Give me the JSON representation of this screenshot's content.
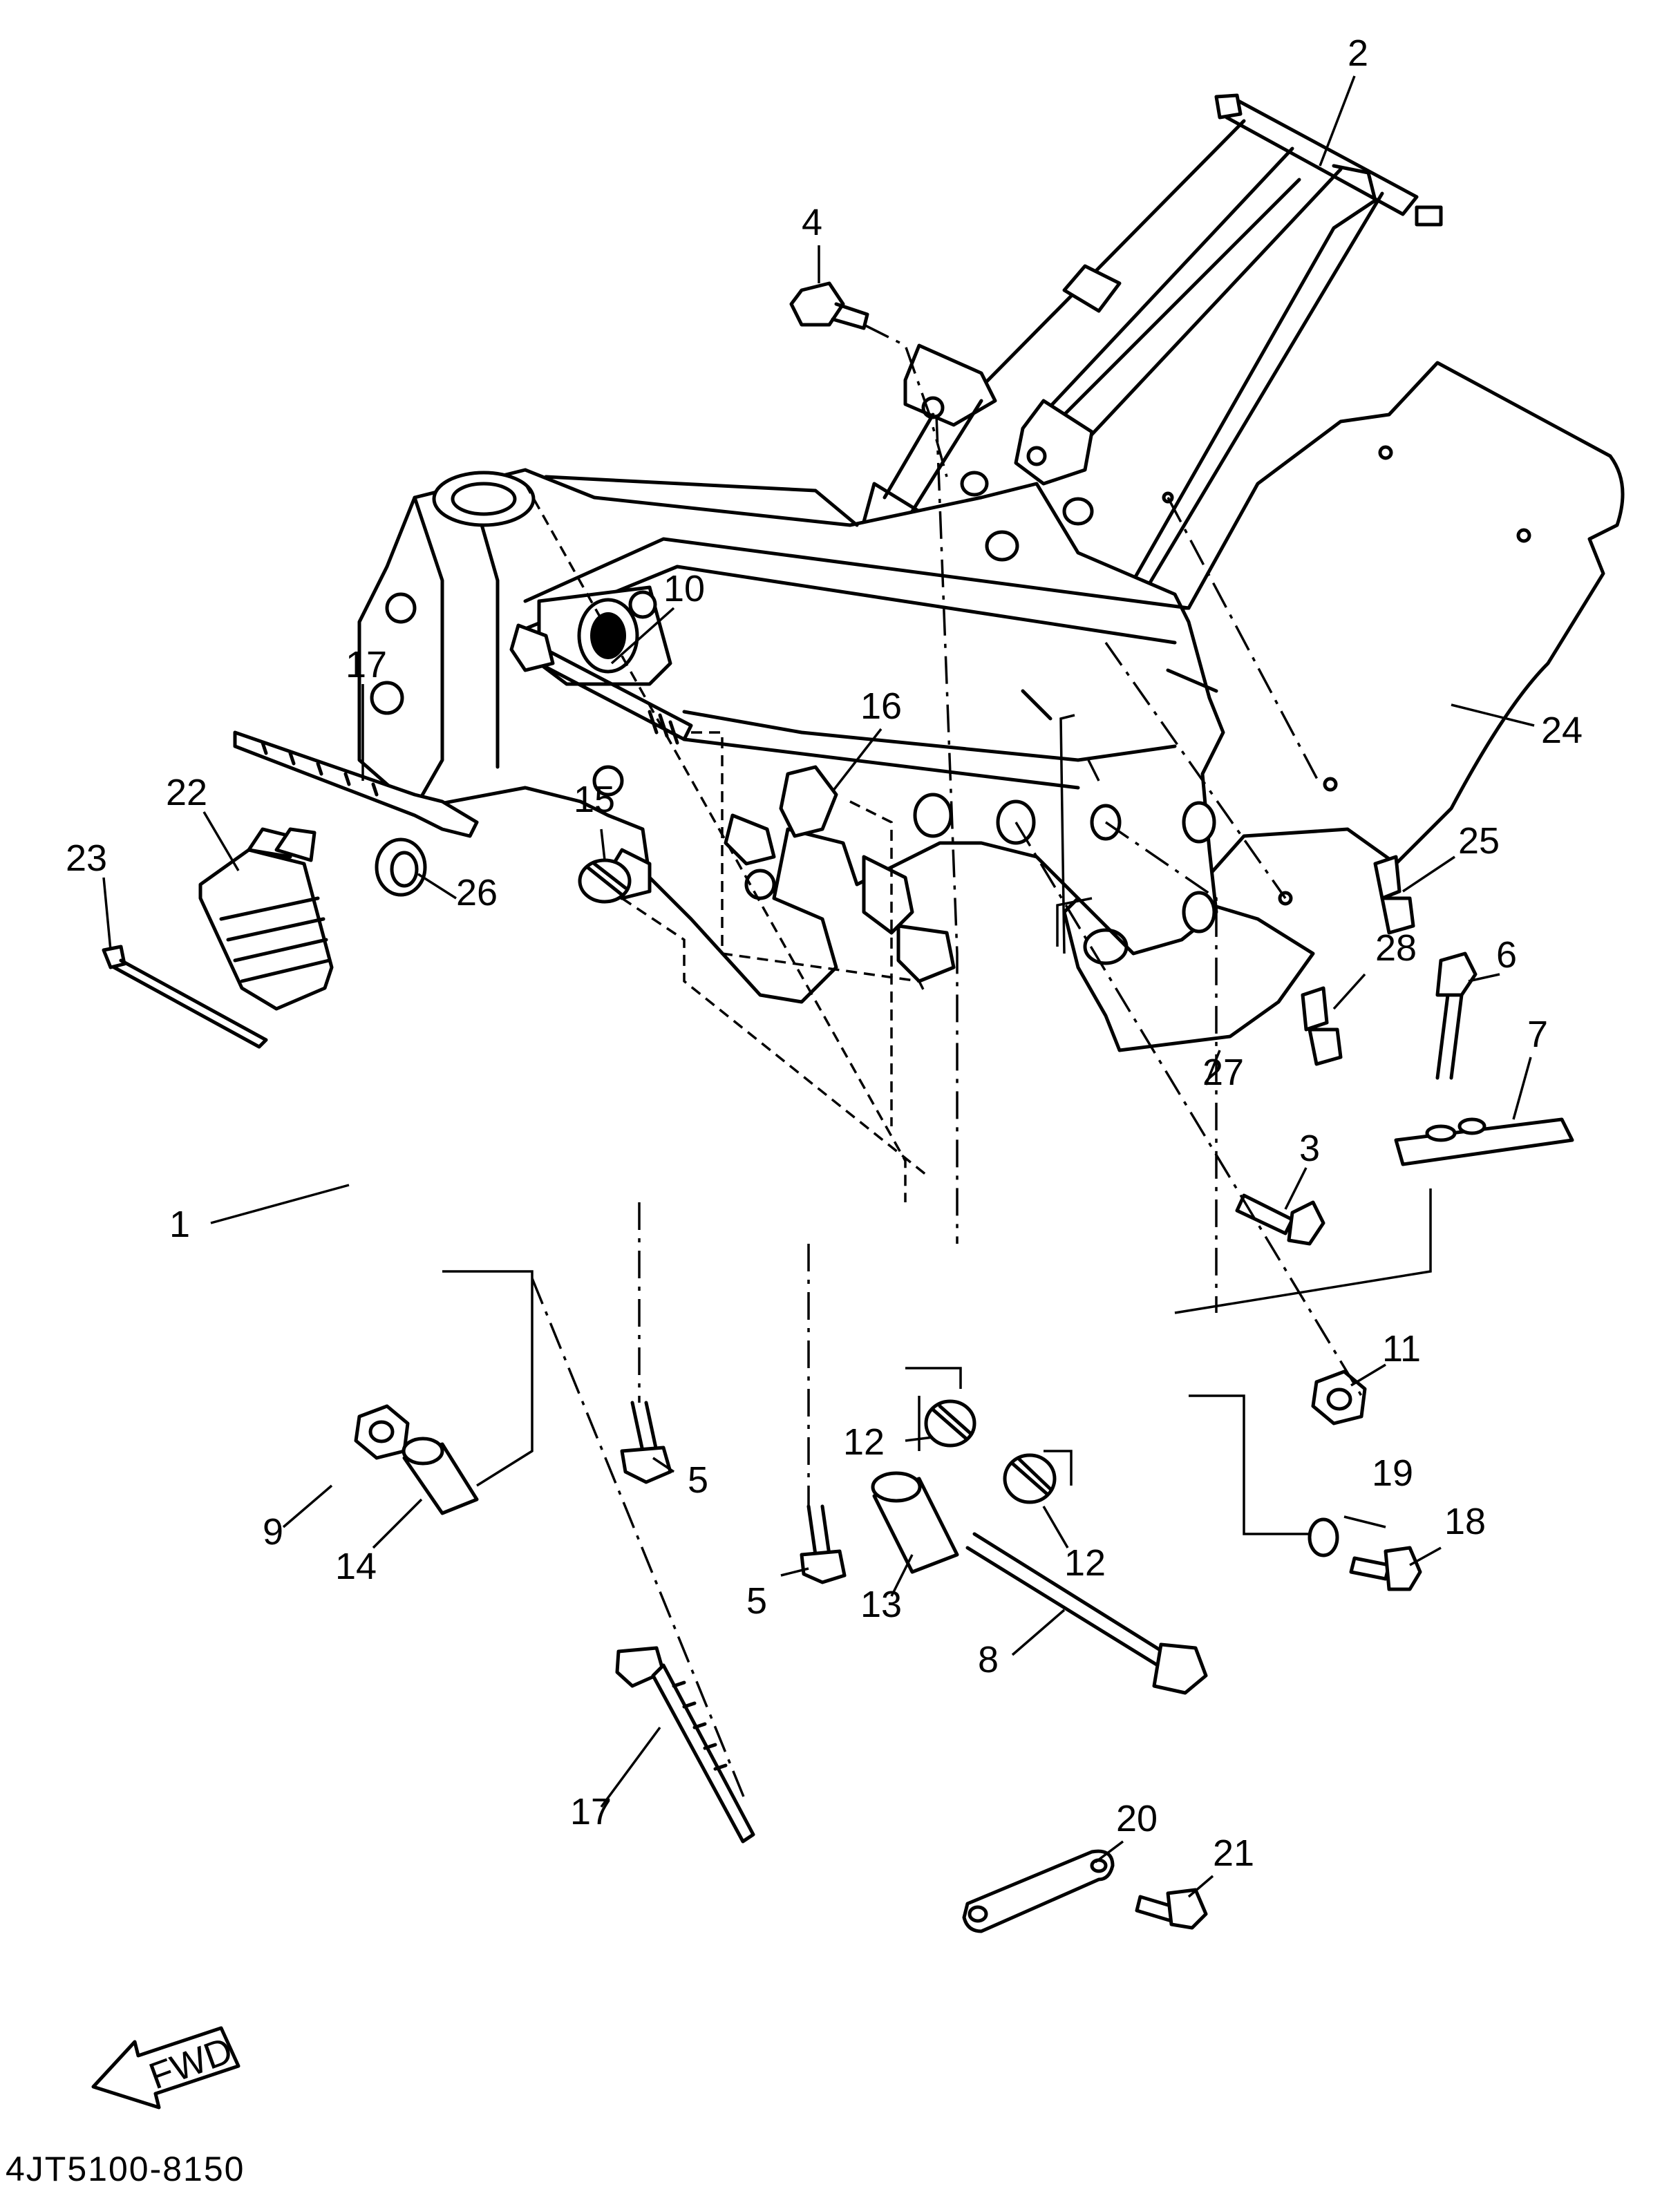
{
  "diagram": {
    "drawing_code": "4JT5100-8150",
    "fwd_arrow_label": "FWD",
    "callouts": {
      "c1": "1",
      "c2": "2",
      "c3": "3",
      "c4": "4",
      "c5a": "5",
      "c5b": "5",
      "c6": "6",
      "c7": "7",
      "c8": "8",
      "c9": "9",
      "c10": "10",
      "c11": "11",
      "c12a": "12",
      "c12b": "12",
      "c13": "13",
      "c14": "14",
      "c15": "15",
      "c16": "16",
      "c17a": "17",
      "c17b": "17",
      "c18": "18",
      "c19": "19",
      "c20": "20",
      "c21": "21",
      "c22": "22",
      "c23": "23",
      "c24": "24",
      "c25": "25",
      "c26": "26",
      "c27": "27",
      "c28": "28"
    }
  }
}
